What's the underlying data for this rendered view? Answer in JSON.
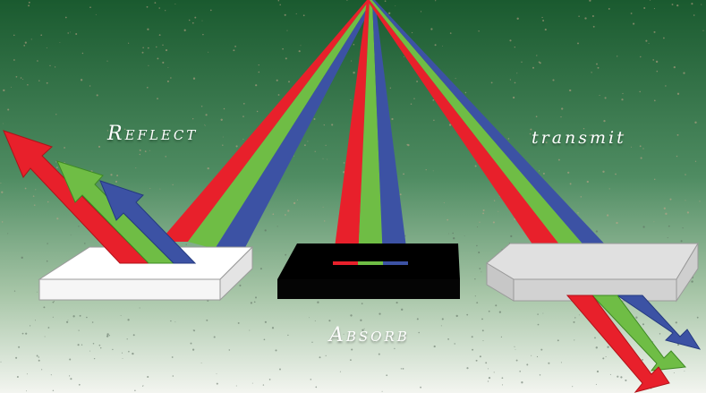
{
  "labels": {
    "reflect": "Reflect",
    "transmit": "transmit",
    "absorb": "Absorb"
  },
  "colors": {
    "background_top": "#1b5a30",
    "background_bottom": "#f2f4ef",
    "red": "#e8202b",
    "green": "#6fbd45",
    "blue": "#3c52a4",
    "reflective_surface": "#ffffff",
    "absorbing_surface": "#000000",
    "transmitting_surface": "#d9d9d9"
  }
}
